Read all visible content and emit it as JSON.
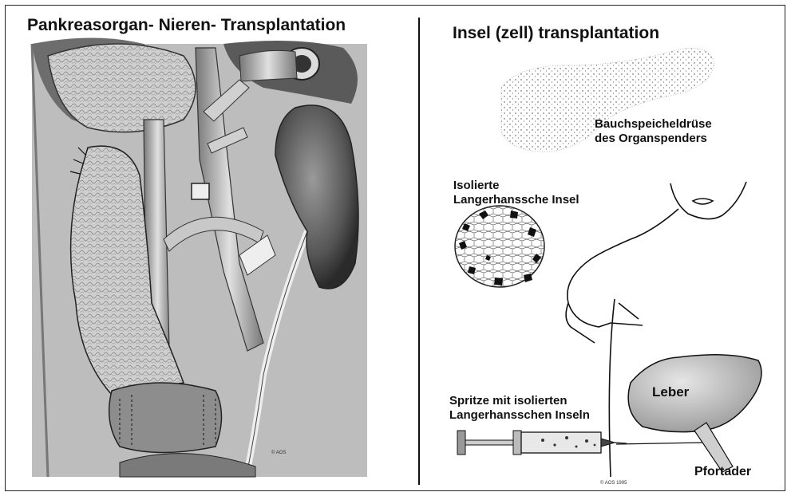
{
  "left_panel": {
    "title": "Pankreasorgan- Nieren- Transplantation",
    "copyright": "© AOS"
  },
  "right_panel": {
    "title": "Insel (zell) transplantation",
    "pancreas_label": "Bauchspeicheldrüse\ndes Organspenders",
    "islet_label": "Isolierte\nLangerhanssche Insel",
    "liver_label": "Leber",
    "syringe_label": "Spritze mit isolierten\nLangerhansschen Inseln",
    "portal_vein_label": "Pfortader",
    "copyright": "© AOS 1995"
  }
}
